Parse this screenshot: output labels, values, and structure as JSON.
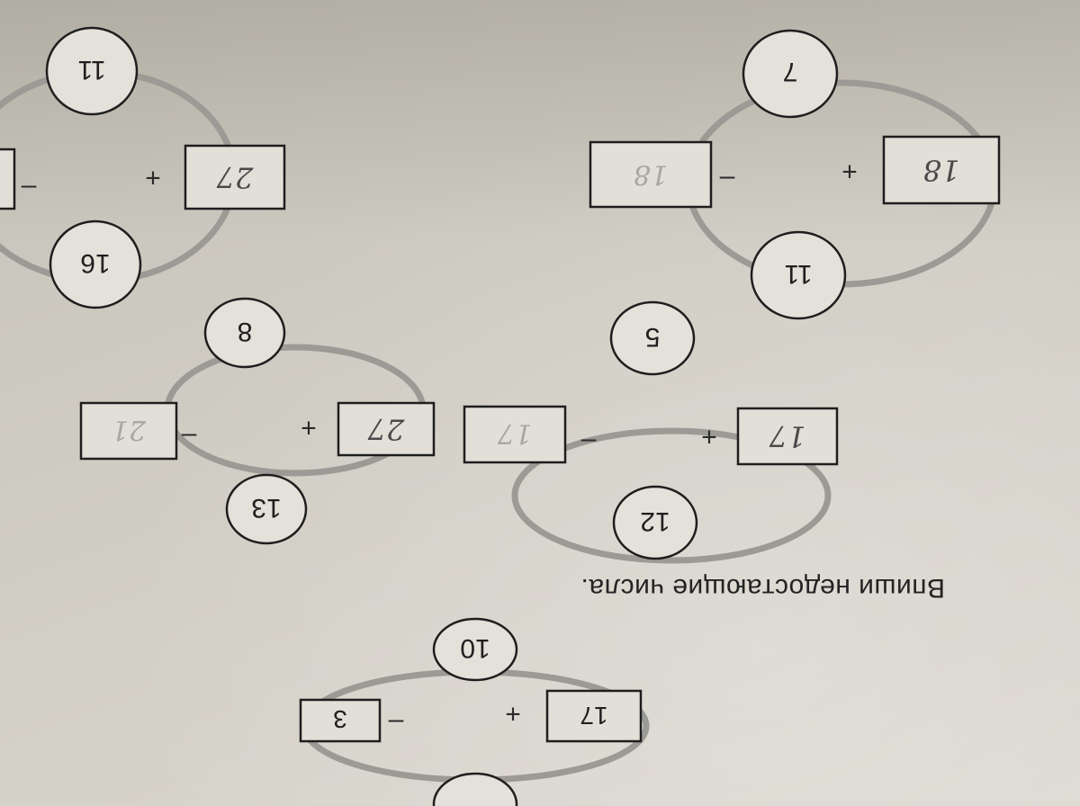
{
  "instruction": "Впиши недостающие числа.",
  "example": {
    "top_node": "10",
    "box_add": "17",
    "box_sub": "3",
    "op_add": "+",
    "op_sub": "–"
  },
  "puzzle_a": {
    "node_top": "12",
    "node_bottom": "5",
    "box_add": "17",
    "box_sub": "17",
    "op_add": "+",
    "op_sub": "–"
  },
  "puzzle_b": {
    "node_top": "13",
    "node_bottom": "8",
    "box_add": "27",
    "box_sub": "21",
    "op_add": "+",
    "op_sub": "–"
  },
  "puzzle_c": {
    "node_top": "11",
    "node_bottom": "7",
    "box_add": "18",
    "box_sub": "18",
    "op_add": "+",
    "op_sub": "–"
  },
  "puzzle_d": {
    "node_top": "16",
    "node_bottom": "11",
    "box_add": "27",
    "op_add": "+",
    "op_sub": "–"
  }
}
